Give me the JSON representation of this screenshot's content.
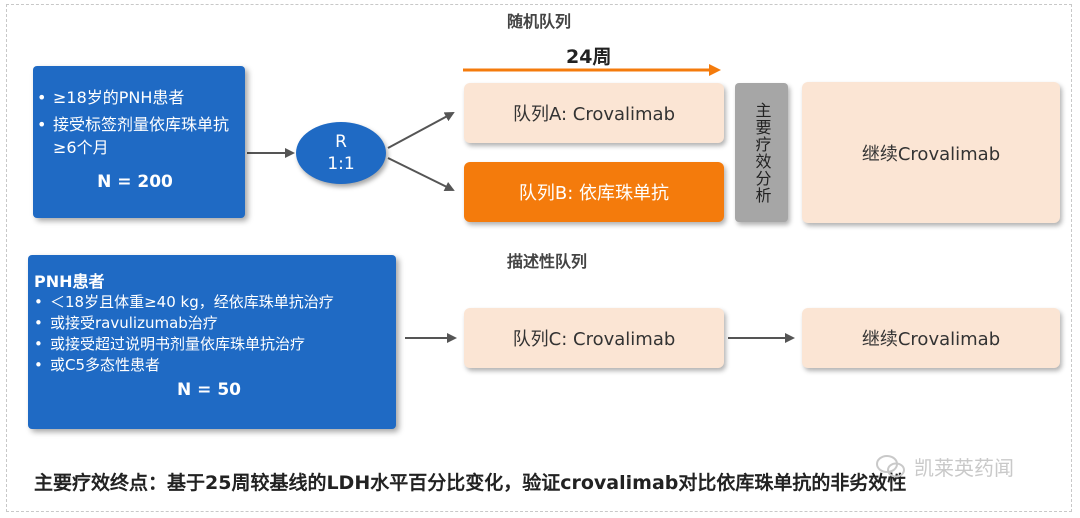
{
  "sections": {
    "randomized": "随机队列",
    "descriptive": "描述性队列"
  },
  "timeline": {
    "label": "24周"
  },
  "box1": {
    "bullets": [
      "≥18岁的PNH患者",
      "接受标签剂量依库珠单抗≥6个月"
    ],
    "n": "N = 200"
  },
  "randomization": {
    "line1": "R",
    "line2": "1:1"
  },
  "arms": {
    "a": "队列A: Crovalimab",
    "b": "队列B: 依库珠单抗",
    "c": "队列C: Crovalimab"
  },
  "primary_analysis": "主要疗效分析",
  "continue_top": "继续Crovalimab",
  "continue_bottom": "继续Crovalimab",
  "box2": {
    "title": "PNH患者",
    "bullets": [
      "＜18岁且体重≥40 kg，经依库珠单抗治疗",
      "或接受ravulizumab治疗",
      "或接受超过说明书剂量依库珠单抗治疗",
      "或C5多态性患者"
    ],
    "n": "N = 50"
  },
  "endpoint": "主要疗效终点：基于25周较基线的LDH水平百分比变化，验证crovalimab对比依库珠单抗的非劣效性",
  "watermark": "凯莱英药闻",
  "colors": {
    "blue": "#1f6ac4",
    "orange": "#f47b0c",
    "peach": "#fbe5d4",
    "gray": "#a6a6a6",
    "arrow": "#555555"
  }
}
